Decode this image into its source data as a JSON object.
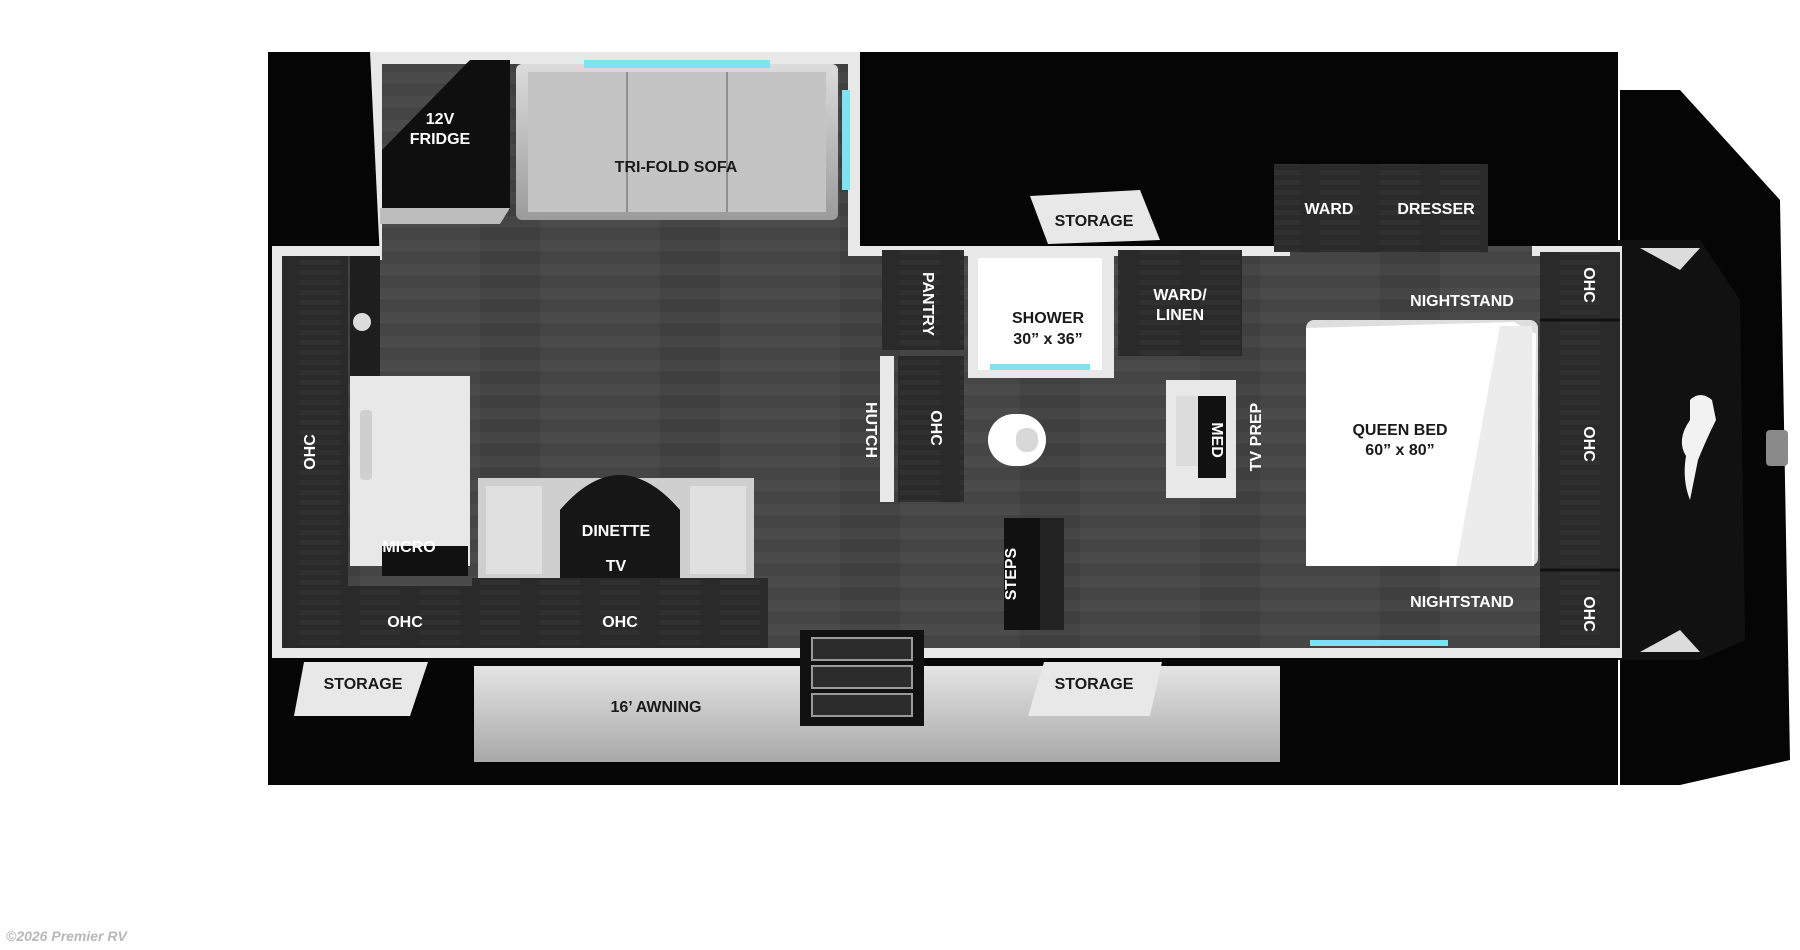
{
  "labels": {
    "fridge_line1": "12V",
    "fridge_line2": "FRIDGE",
    "sofa": "TRI-FOLD SOFA",
    "storage_top": "STORAGE",
    "ward_top": "WARD",
    "dresser": "DRESSER",
    "pantry": "PANTRY",
    "shower_line1": "SHOWER",
    "shower_line2": "30” x 36”",
    "ward_linen_line1": "WARD/",
    "ward_linen_line2": "LINEN",
    "nightstand_top": "NIGHTSTAND",
    "ohc_front_top": "OHC",
    "ohc_left": "OHC",
    "hutch": "HUTCH",
    "ohc_hutch": "OHC",
    "med": "MED",
    "tv_prep": "TV PREP",
    "queen_bed_line1": "QUEEN BED",
    "queen_bed_line2": "60” x 80”",
    "ohc_front_mid": "OHC",
    "dinette": "DINETTE",
    "tv": "TV",
    "micro": "MICRO",
    "steps": "STEPS",
    "nightstand_bottom": "NIGHTSTAND",
    "ohc_front_bottom": "OHC",
    "ohc_bottom_left": "OHC",
    "ohc_bottom_mid": "OHC",
    "storage_bottom_left": "STORAGE",
    "awning": "16’ AWNING",
    "storage_bottom_right": "STORAGE"
  },
  "copyright": "©2026 Premier RV",
  "colors": {
    "trailer_body": "#050505",
    "floor": "#474747",
    "cabinet": "#262626",
    "wall": "#e6e6e6",
    "accent_glass": "#7fe3ef"
  }
}
